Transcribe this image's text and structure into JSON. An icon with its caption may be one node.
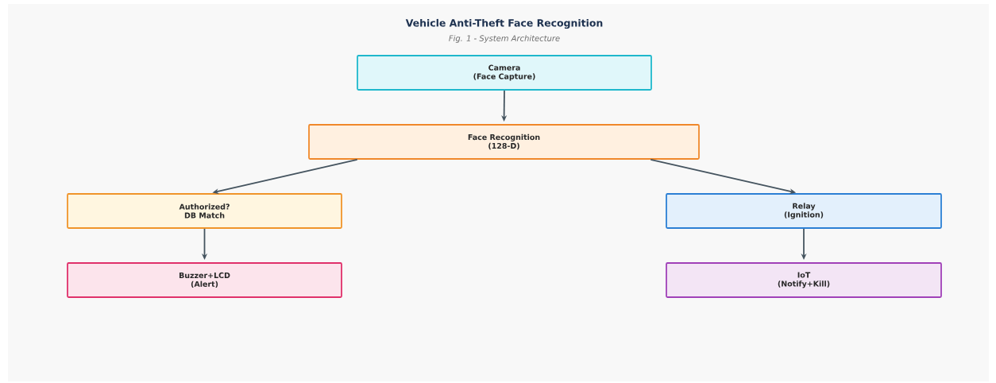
{
  "diagram": {
    "title": "Vehicle Anti-Theft Face Recognition",
    "caption": "Fig. 1 - System Architecture",
    "nodes": [
      {
        "text": [
          "Camera",
          "(Face Capture)"
        ]
      },
      {
        "text": [
          "Face Recognition",
          "(128-D)"
        ]
      },
      {
        "text": [
          "Authorized?",
          "DB Match"
        ]
      },
      {
        "text": [
          "Relay",
          "(Ignition)"
        ]
      },
      {
        "text": [
          "Buzzer+LCD",
          "(Alert)"
        ]
      },
      {
        "text": [
          "IoT",
          "(Notify+Kill)"
        ]
      }
    ],
    "edges": [
      {
        "from": 0,
        "to": 1,
        "arrow": "to"
      },
      {
        "from": 1,
        "to": 2,
        "arrow": "to"
      },
      {
        "from": 1,
        "to": 3,
        "arrow": "to"
      },
      {
        "from": 2,
        "to": 4,
        "arrow": "to"
      },
      {
        "from": 3,
        "to": 5,
        "arrow": "to"
      }
    ]
  }
}
